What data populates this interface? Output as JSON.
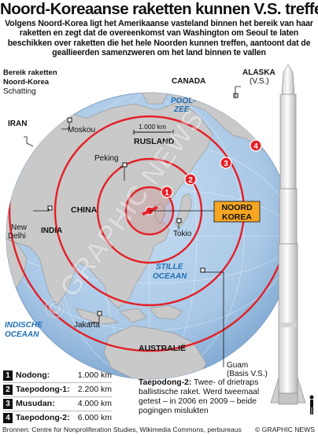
{
  "title": "Noord-Koreaanse raketten kunnen V.S. treffen",
  "subtitle": "Volgens Noord-Korea ligt het Amerikaanse vasteland binnen het bereik van haar raketten en zegt dat de overeenkomst van Washington om Seoul te laten beschikken over raketten die het hele Noorden kunnen treffen, aantoont dat de geallieerden samenzweren om het land binnen te vallen",
  "range_heading": {
    "line1": "Bereik raketten",
    "line2": "Noord-Korea",
    "line3": "Schatting"
  },
  "places": {
    "canada": "CANADA",
    "alaska": "ALASKA",
    "alaska_sub": "(V.S.)",
    "pool_zee_1": "POOL-",
    "pool_zee_2": "ZEE",
    "iran": "IRAN",
    "moskou": "Moskou",
    "rusland": "RUSLAND",
    "scale": "1.000 km",
    "peking": "Peking",
    "china": "CHINA",
    "noord_korea_1": "NOORD",
    "noord_korea_2": "KOREA",
    "tokio": "Tokio",
    "new_delhi_1": "New",
    "new_delhi_2": "Delhi",
    "india": "INDIA",
    "stille_oceaan_1": "STILLE",
    "stille_oceaan_2": "OCEAAN",
    "indische_oceaan_1": "INDISCHE",
    "indische_oceaan_2": "OCEAAN",
    "jakarta": "Jakarta",
    "australie": "AUSTRALIË",
    "guam": "Guam",
    "guam_sub": "(Basis V.S.)"
  },
  "ring_numbers": [
    "1",
    "2",
    "3",
    "4"
  ],
  "legend": [
    {
      "num": "1",
      "name": "Nodong:",
      "range": "1.000 km"
    },
    {
      "num": "2",
      "name": "Taepodong-1:",
      "range": "2.200 km"
    },
    {
      "num": "3",
      "name": "Musudan:",
      "range": "4.000 km"
    },
    {
      "num": "4",
      "name": "Taepodong-2:",
      "range": "6.000 km"
    }
  ],
  "taepodong_note": {
    "label": "Taepodong-2:",
    "text": "Twee- of drietraps ballistische raket. Werd tweemaal getest – in 2006 en 2009 – beide pogingen mislukten"
  },
  "footer": {
    "sources": "Bronnen: Centre for Nonproliferation Studies, Wikimedia Commons, perbureaus",
    "copyright": "© GRAPHIC NEWS"
  },
  "watermark": "© GRAPHIC NEWS",
  "colors": {
    "ocean": "#a9c8e6",
    "land": "#c9c9c9",
    "rings": "#e41f26",
    "highlight": "#f5a623"
  }
}
